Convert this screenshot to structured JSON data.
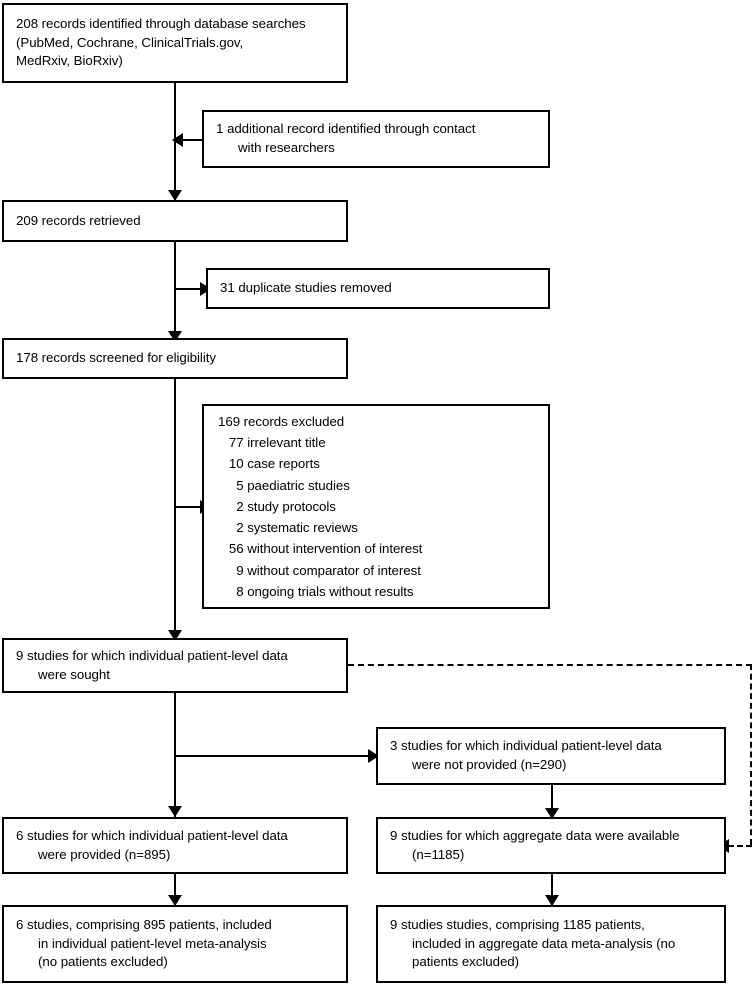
{
  "diagram": {
    "type": "prisma-flow-diagram",
    "title": "",
    "nodes": {
      "identified": {
        "id": "identified",
        "text": "208 records identified through database searches\n(PubMed, Cochrane, ClinicalTrials.gov,\nMedRxiv, BioRxiv)",
        "count": 208
      },
      "additional": {
        "id": "additional",
        "text": "1 additional record identified through contact\nwith researchers",
        "count": 1
      },
      "retrieved": {
        "id": "retrieved",
        "text": "209 records retrieved",
        "count": 209
      },
      "duplicates": {
        "id": "duplicates",
        "text": "31 duplicate studies removed",
        "count": 31
      },
      "screened": {
        "id": "screened",
        "text": "178 records screened for eligibility",
        "count": 178
      },
      "excluded": {
        "id": "excluded",
        "header": "169 records excluded",
        "count": 169,
        "reasons": [
          {
            "count": 77,
            "label": "irrelevant title"
          },
          {
            "count": 10,
            "label": "case reports"
          },
          {
            "count": 5,
            "label": "paediatric studies"
          },
          {
            "count": 2,
            "label": "study protocols"
          },
          {
            "count": 2,
            "label": "systematic reviews"
          },
          {
            "count": 56,
            "label": "without intervention of interest"
          },
          {
            "count": 9,
            "label": "without comparator of interest"
          },
          {
            "count": 8,
            "label": "ongoing trials without results"
          }
        ],
        "text": "169 records excluded\n   77 irrelevant title\n   10 case reports\n     5 paediatric studies\n     2 study protocols\n     2 systematic reviews\n   56 without intervention of interest\n     9 without comparator of interest\n     8 ongoing trials without results"
      },
      "ipd_sought": {
        "id": "ipd_sought",
        "text": "9 studies for which individual patient-level data\nwere sought",
        "count": 9
      },
      "ipd_not_provided": {
        "id": "ipd_not_provided",
        "text": "3 studies for which individual patient-level data\nwere not provided (n=290)",
        "count": 3,
        "n": 290
      },
      "ipd_provided": {
        "id": "ipd_provided",
        "text": "6 studies for which individual patient-level data\nwere provided (n=895)",
        "count": 6,
        "n": 895
      },
      "aggregate_available": {
        "id": "aggregate_available",
        "text": "9 studies for which aggregate data were available\n(n=1185)",
        "count": 9,
        "n": 1185
      },
      "ipd_meta": {
        "id": "ipd_meta",
        "text": "6 studies, comprising 895 patients, included\nin individual patient-level meta-analysis\n(no patients excluded)",
        "count": 6,
        "patients": 895
      },
      "aggregate_meta": {
        "id": "aggregate_meta",
        "text": "9 studies studies, comprising 1185 patients,\nincluded in aggregate data meta-analysis (no\npatients excluded)",
        "count": 9,
        "patients": 1185
      }
    },
    "colors": {
      "stroke": "#000000",
      "fill": "#ffffff",
      "text": "#000000"
    }
  }
}
